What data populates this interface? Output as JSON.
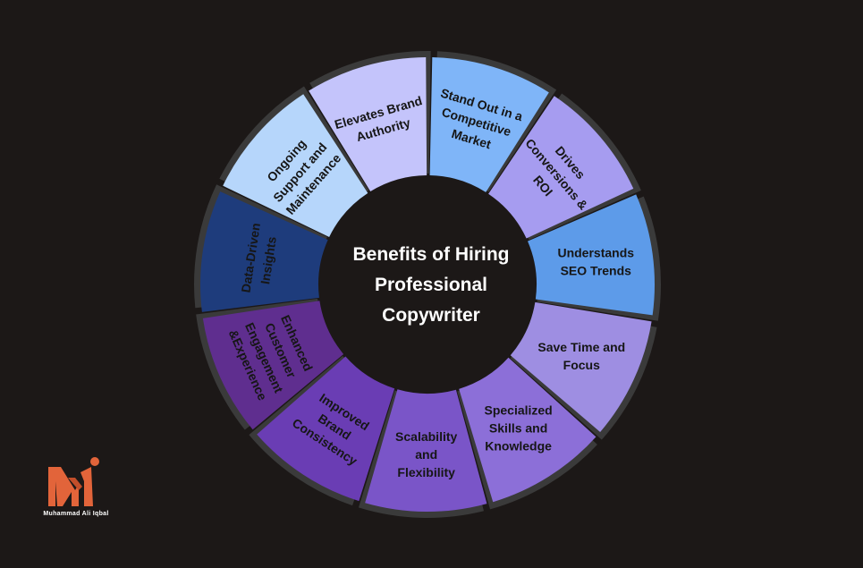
{
  "center_title": [
    "Benefits of Hiring",
    "Professional",
    "Copywriter"
  ],
  "segments": [
    {
      "label": [
        "Stand Out in a",
        "Competitive",
        "Market"
      ],
      "color": "#7fb5f8",
      "rot": "tangent"
    },
    {
      "label": [
        "Drives",
        "Conversions &",
        "ROI"
      ],
      "color": "#a69cf0",
      "rot": "tangent"
    },
    {
      "label": [
        "Understands",
        "SEO Trends"
      ],
      "color": "#5d9be9",
      "rot": "none"
    },
    {
      "label": [
        "Save Time and",
        "Focus"
      ],
      "color": "#9e8ee2",
      "rot": "none"
    },
    {
      "label": [
        "Specialized",
        "Skills and",
        "Knowledge"
      ],
      "color": "#8c6fd8",
      "rot": "none"
    },
    {
      "label": [
        "Scalability",
        "and",
        "Flexibility"
      ],
      "color": "#7a55c8",
      "rot": "none"
    },
    {
      "label": [
        "Improved",
        "Brand",
        "Consistency"
      ],
      "color": "#6a3db4",
      "rot": "tangent"
    },
    {
      "label": [
        "Enhanced",
        "Customer",
        "Engagement",
        "&Experience"
      ],
      "color": "#5f2e8f",
      "rot": "tangent"
    },
    {
      "label": [
        "Data-Driven",
        "Insights"
      ],
      "color": "#1e3c7c",
      "rot": "tangent"
    },
    {
      "label": [
        "Ongoing",
        "Support and",
        "Maintenance"
      ],
      "color": "#b6d6fb",
      "rot": "tangent"
    },
    {
      "label": [
        "Elevates Brand",
        "Authority"
      ],
      "color": "#c4c4fb",
      "rot": "tangent"
    }
  ],
  "logo": {
    "initials": "MAI",
    "caption": "Muhammad Ali Iqbal",
    "color": "#e2643a"
  }
}
